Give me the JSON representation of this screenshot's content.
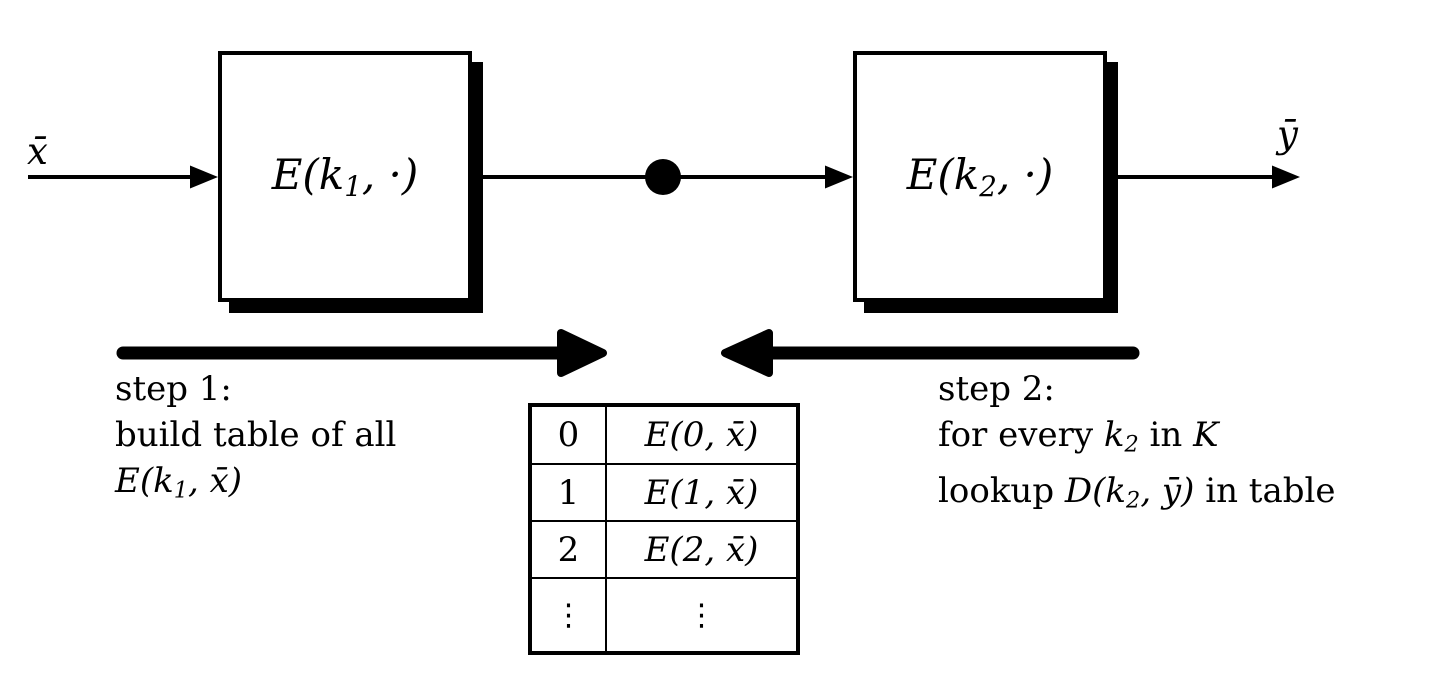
{
  "colors": {
    "ink": "#000000",
    "paper": "#ffffff"
  },
  "flow": {
    "input_label": "x̄",
    "output_label": "ȳ",
    "box1_label": {
      "pre": "E(k",
      "sub": "1",
      "post": ", ·)"
    },
    "box2_label": {
      "pre": "E(k",
      "sub": "2",
      "post": ", ·)"
    }
  },
  "step1": {
    "title": "step 1:",
    "line2": "build table of all",
    "formula": {
      "pre": "E(k",
      "sub": "1",
      "post": ", x̄)"
    }
  },
  "step2": {
    "title": "step 2:",
    "line2": {
      "pre": "for every ",
      "var": "k",
      "sub": "2",
      "mid": " in ",
      "keyspace": "K"
    },
    "line3": {
      "pre": "lookup ",
      "var": "D(k",
      "sub": "2",
      "post": ", ȳ)",
      "tail": " in table"
    }
  },
  "table": {
    "rows": [
      {
        "key": "0",
        "value": "E(0, x̄)"
      },
      {
        "key": "1",
        "value": "E(1, x̄)"
      },
      {
        "key": "2",
        "value": "E(2, x̄)"
      },
      {
        "key": "⋮",
        "value": "⋮"
      }
    ]
  }
}
